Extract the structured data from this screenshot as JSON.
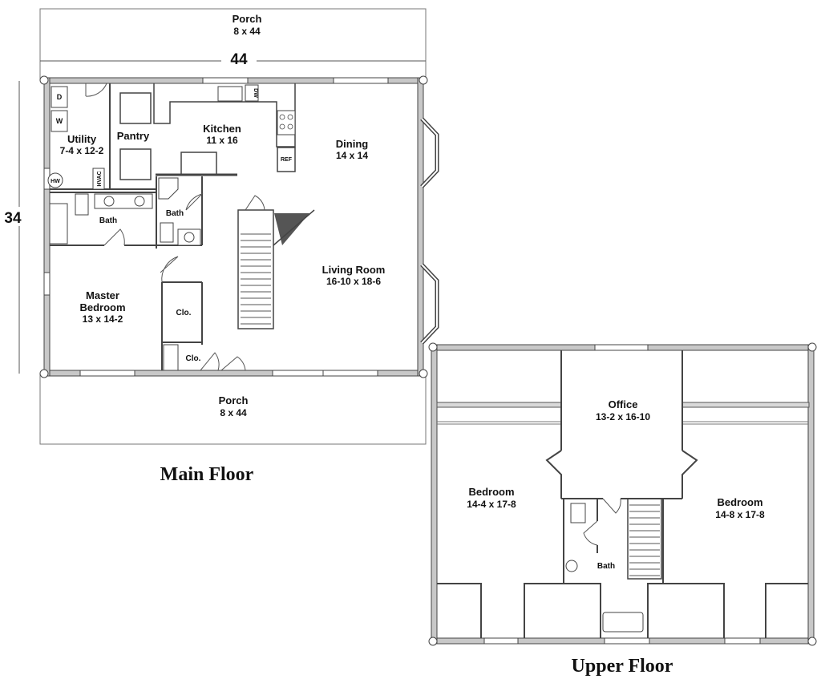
{
  "main_floor": {
    "caption": "Main Floor",
    "dimension_width": "44",
    "dimension_depth": "34",
    "porch_top": {
      "name": "Porch",
      "size": "8 x 44"
    },
    "porch_bottom": {
      "name": "Porch",
      "size": "8 x 44"
    },
    "utility": {
      "name": "Utility",
      "size": "7-4 x 12-2"
    },
    "pantry": {
      "name": "Pantry"
    },
    "kitchen": {
      "name": "Kitchen",
      "size": "11 x 16"
    },
    "dining": {
      "name": "Dining",
      "size": "14 x 14"
    },
    "living_room": {
      "name": "Living Room",
      "size": "16-10 x 18-6"
    },
    "bath_left": {
      "name": "Bath"
    },
    "bath_right": {
      "name": "Bath"
    },
    "master_bedroom": {
      "name_line1": "Master",
      "name_line2": "Bedroom",
      "size": "13 x 14-2"
    },
    "closet_1": {
      "name": "Clo."
    },
    "closet_2": {
      "name": "Clo."
    },
    "appliances": {
      "dryer": "D",
      "washer": "W",
      "water_heater": "HW",
      "hvac": "HVAC",
      "dishwasher": "DW",
      "refrigerator": "REF"
    }
  },
  "upper_floor": {
    "caption": "Upper Floor",
    "office": {
      "name": "Office",
      "size": "13-2 x 16-10"
    },
    "bedroom_left": {
      "name": "Bedroom",
      "size": "14-4 x 17-8"
    },
    "bedroom_right": {
      "name": "Bedroom",
      "size": "14-8 x 17-8"
    },
    "bath": {
      "name": "Bath"
    }
  }
}
